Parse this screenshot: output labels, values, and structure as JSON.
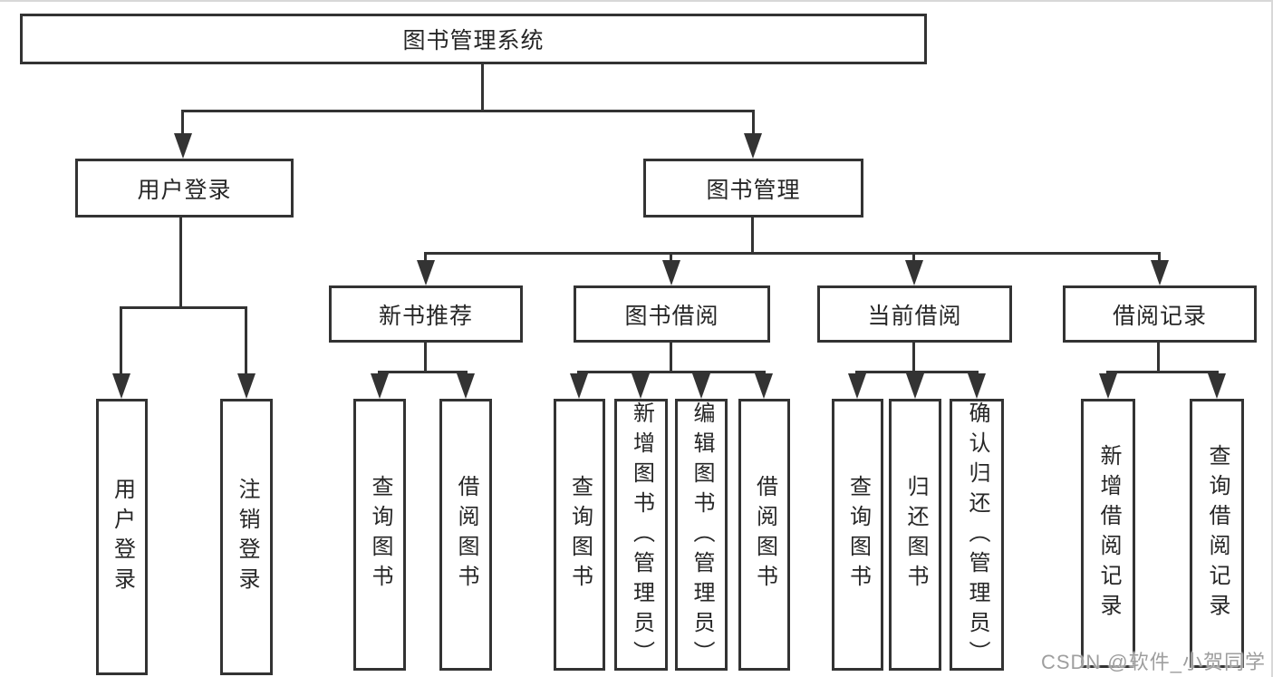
{
  "tree": {
    "root": {
      "label": "图书管理系统"
    },
    "login": {
      "label": "用户登录",
      "children": [
        {
          "label": "用户登录"
        },
        {
          "label": "注销登录"
        }
      ]
    },
    "manage": {
      "label": "图书管理",
      "sections": [
        {
          "label": "新书推荐",
          "children": [
            {
              "label": "查询图书"
            },
            {
              "label": "借阅图书"
            }
          ]
        },
        {
          "label": "图书借阅",
          "children": [
            {
              "label": "查询图书"
            },
            {
              "label": "新增图书（管理员）"
            },
            {
              "label": "编辑图书（管理员）"
            },
            {
              "label": "借阅图书"
            }
          ]
        },
        {
          "label": "当前借阅",
          "children": [
            {
              "label": "查询图书"
            },
            {
              "label": "归还图书"
            },
            {
              "label": "确认归还（管理员）"
            }
          ]
        },
        {
          "label": "借阅记录",
          "children": [
            {
              "label": "新增借阅记录"
            },
            {
              "label": "查询借阅记录"
            }
          ]
        }
      ]
    }
  },
  "watermark": {
    "text": "CSDN @软件_小贺同学"
  },
  "colors": {
    "line": "#333333",
    "text": "#262626",
    "watermark": "#9e9e9e",
    "background": "#ffffff",
    "edge": "#d8d8d8"
  }
}
